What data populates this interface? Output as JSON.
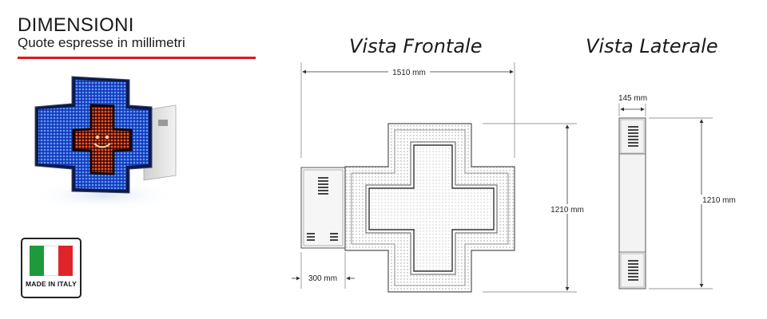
{
  "header": {
    "title": "DIMENSIONI",
    "subtitle": "Quote espresse in millimetri"
  },
  "views": {
    "front_title": "Vista Frontale",
    "side_title": "Vista Laterale"
  },
  "dimensions": {
    "front_width": "1510 mm",
    "front_height": "1210 mm",
    "box_width": "300 mm",
    "side_depth": "145 mm",
    "side_height": "1210 mm"
  },
  "badge": {
    "text": "MADE IN ITALY",
    "flag_colors": [
      "#1f9a3a",
      "#ffffff",
      "#e0242b"
    ]
  },
  "colors": {
    "accent": "#e1161b",
    "led_blue": "#1f4fe0",
    "led_red": "#e8321c"
  }
}
